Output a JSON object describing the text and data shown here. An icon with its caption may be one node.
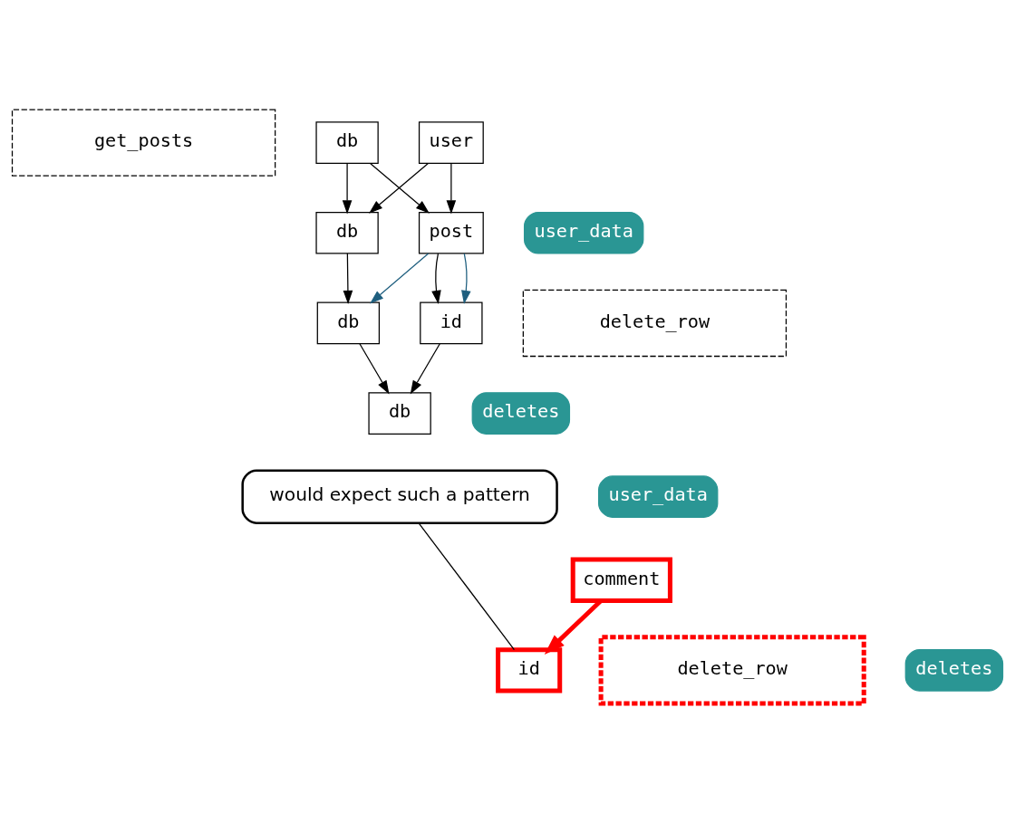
{
  "diagram": {
    "nodes": [
      {
        "text": [
          "get_posts"
        ]
      },
      {
        "text": [
          "db"
        ]
      },
      {
        "text": [
          "user"
        ]
      },
      {
        "text": [
          "user_data"
        ]
      },
      {
        "text": [
          "db"
        ]
      },
      {
        "text": [
          "post"
        ]
      },
      {
        "text": [
          "db"
        ]
      },
      {
        "text": [
          "id"
        ]
      },
      {
        "text": [
          "delete_row"
        ]
      },
      {
        "text": [
          "deletes"
        ]
      },
      {
        "text": [
          "db"
        ]
      },
      {
        "text": [
          "would expect such a pattern"
        ]
      },
      {
        "text": [
          "user_data"
        ]
      },
      {
        "text": [
          "comment"
        ]
      },
      {
        "text": [
          "id"
        ]
      },
      {
        "text": [
          "delete_row"
        ]
      },
      {
        "text": [
          "deletes"
        ]
      }
    ],
    "edges": [
      {
        "from": 1,
        "to": 4,
        "arrow": "to"
      },
      {
        "from": 1,
        "to": 5,
        "arrow": "to"
      },
      {
        "from": 2,
        "to": 4,
        "arrow": "to"
      },
      {
        "from": 2,
        "to": 5,
        "arrow": "to"
      },
      {
        "from": 4,
        "to": 6,
        "arrow": "to"
      },
      {
        "from": 5,
        "to": 7,
        "arrow": "to"
      },
      {
        "from": 5,
        "to": 6,
        "arrow": "to",
        "color": "#1f5f7f"
      },
      {
        "from": 5,
        "to": 7,
        "arrow": "to",
        "color": "#1f5f7f"
      },
      {
        "from": 6,
        "to": 10,
        "arrow": "to"
      },
      {
        "from": 7,
        "to": 10,
        "arrow": "to"
      },
      {
        "from": 11,
        "to": 14,
        "arrow": "none"
      },
      {
        "from": 13,
        "to": 14,
        "arrow": "to",
        "style": "thick",
        "color": "#ff0000"
      }
    ]
  }
}
